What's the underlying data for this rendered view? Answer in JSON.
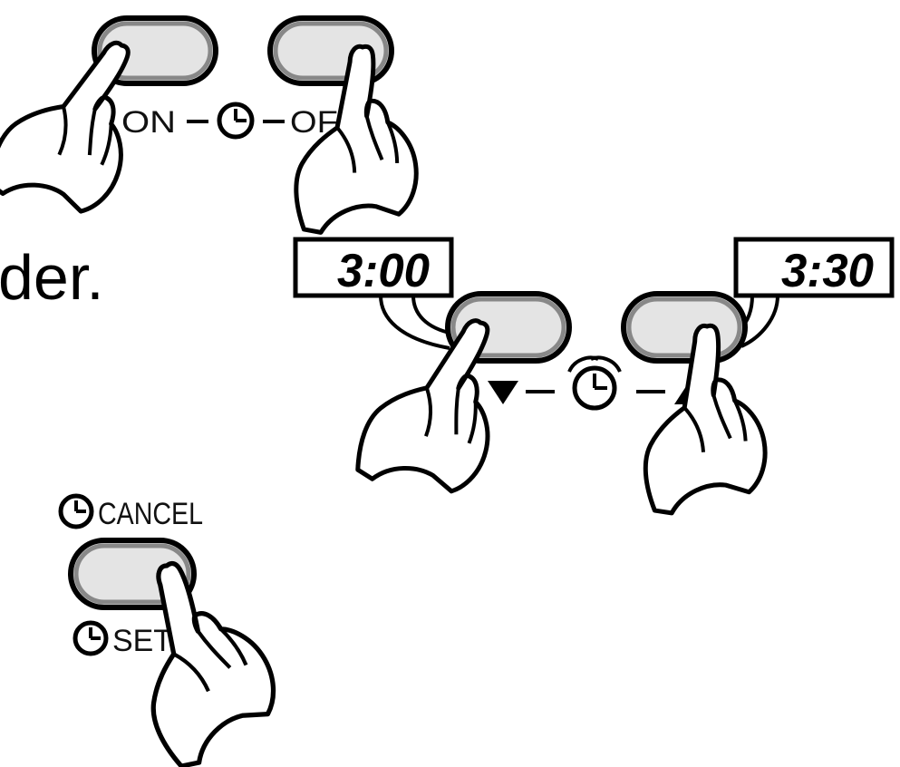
{
  "top_group": {
    "on_label": "ON",
    "off_label": "OFF"
  },
  "heading_fragment": "der.",
  "middle_group": {
    "display_left": "3:00",
    "display_right": "3:30"
  },
  "bottom_group": {
    "cancel_label": "CANCEL",
    "set_label": "SET"
  },
  "icons": [
    "timer-clock-icon",
    "alarm-clock-icon",
    "triangle-down-icon",
    "triangle-up-icon",
    "pointing-hand-icon"
  ],
  "colors": {
    "line": "#000000",
    "button_fill": "#e0e0e0",
    "button_glow": "#777777"
  }
}
